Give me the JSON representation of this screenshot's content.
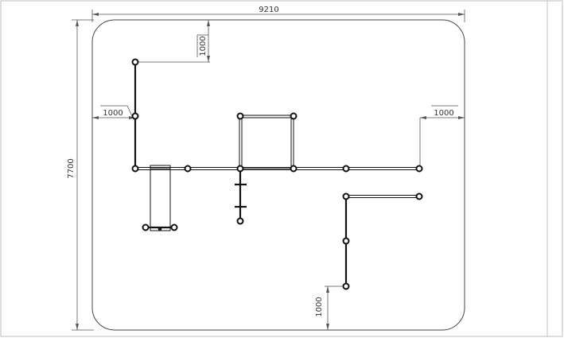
{
  "dimensions": {
    "overall_width": "9210",
    "overall_height": "7700",
    "top_offset": "1000",
    "left_offset": "1000",
    "right_offset": "1000",
    "bottom_offset": "1000"
  },
  "colors": {
    "line": "#111111",
    "dimension": "#555555",
    "frame": "#bdbdbd"
  }
}
